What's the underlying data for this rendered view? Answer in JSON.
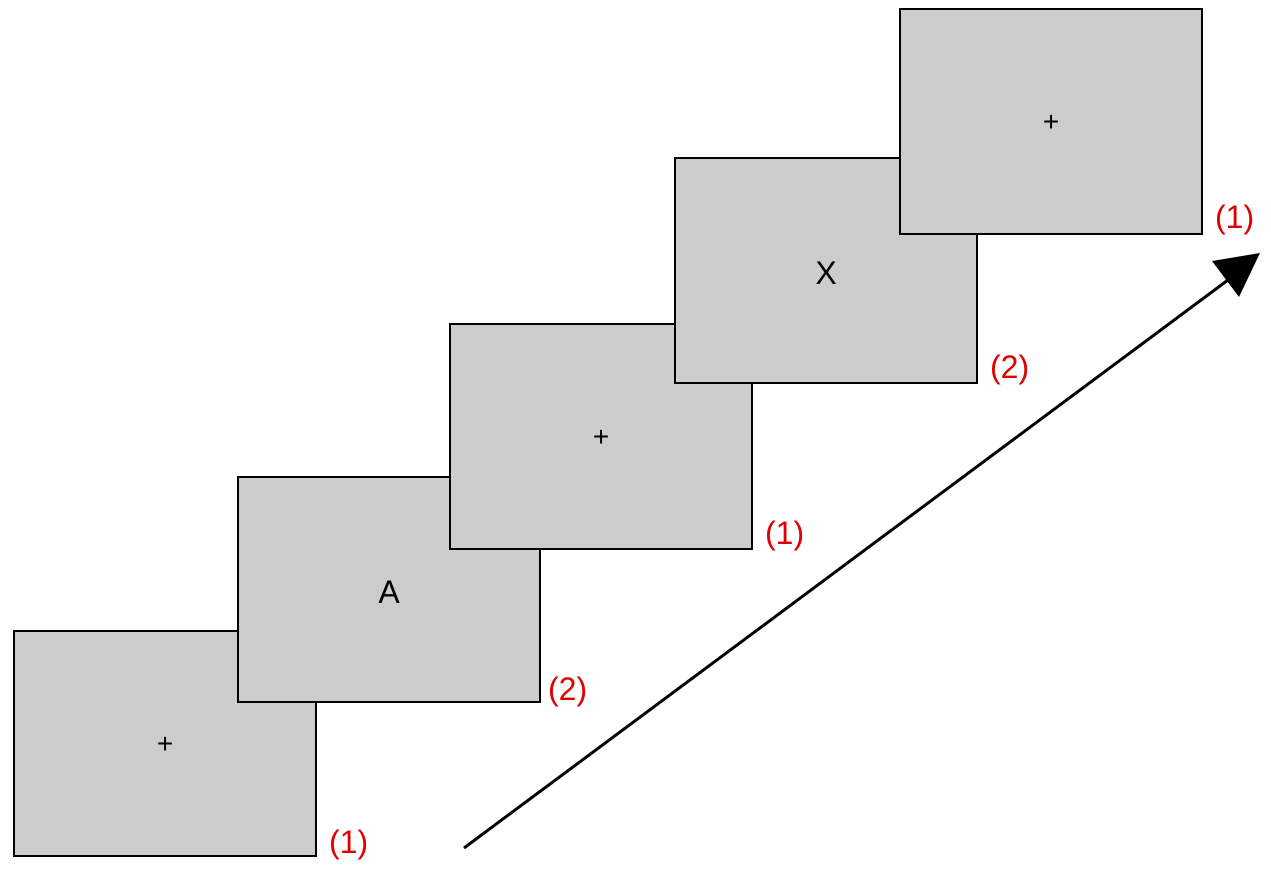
{
  "frames": [
    {
      "stimulus": "+",
      "duration_label": "(1)"
    },
    {
      "stimulus": "A",
      "duration_label": "(2)"
    },
    {
      "stimulus": "+",
      "duration_label": "(1)"
    },
    {
      "stimulus": "X",
      "duration_label": "(2)"
    },
    {
      "stimulus": "+",
      "duration_label": "(1)"
    }
  ],
  "colors": {
    "screen_fill": "#cccccc",
    "screen_border": "#000000",
    "duration_label": "#e00000",
    "arrow": "#000000"
  },
  "icons": {
    "time_arrow": "time-arrow-icon"
  }
}
